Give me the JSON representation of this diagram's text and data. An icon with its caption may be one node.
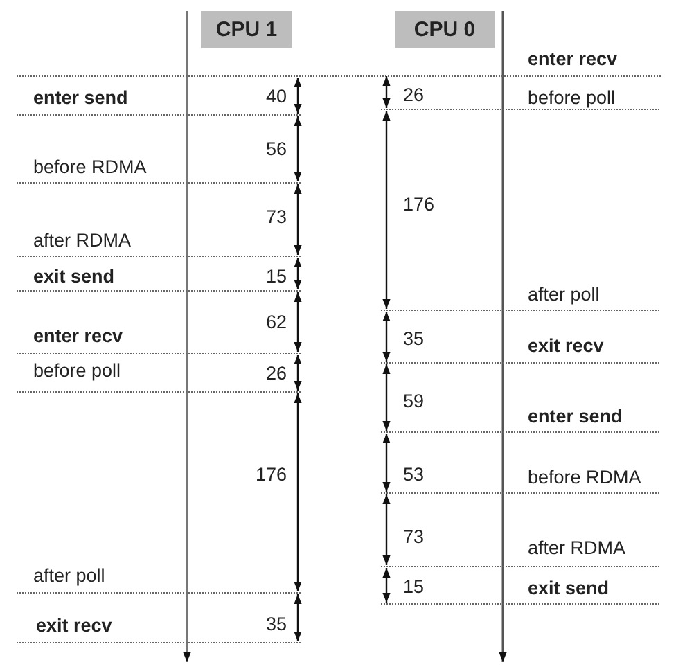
{
  "diagram": {
    "nodes": [
      {
        "text": [
          "CPU 1"
        ]
      },
      {
        "text": [
          "CPU 0"
        ]
      }
    ],
    "labels": [
      "enter send",
      "40",
      "56",
      "before RDMA",
      "73",
      "after RDMA",
      "exit send",
      "15",
      "62",
      "enter recv",
      "before poll",
      "26",
      "176",
      "after poll",
      "exit recv",
      "35",
      "enter recv",
      "26",
      "before poll",
      "176",
      "after poll",
      "35",
      "exit recv",
      "59",
      "enter send",
      "53",
      "before RDMA",
      "73",
      "after RDMA",
      "15",
      "exit send"
    ]
  }
}
